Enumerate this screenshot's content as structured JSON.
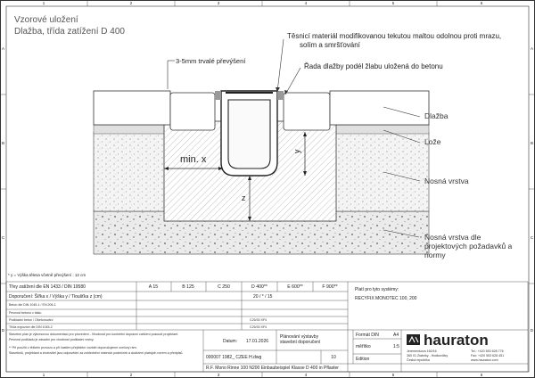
{
  "title": {
    "line1": "Vzorové uložení",
    "line2": "Dlažba, třída zatížení D 400"
  },
  "frame": {
    "columns": [
      "1",
      "2",
      "3",
      "4",
      "5",
      "6"
    ],
    "rows": [
      "A",
      "B",
      "C",
      "D"
    ]
  },
  "callouts": {
    "sealant": [
      "Těsnicí materiál modifikovanou tekutou maltou odolnou proti mrazu,",
      "solím a smršťování"
    ],
    "paving_row": "Řada dlažby podél žlabu uložená do betonu",
    "gap": "3-5mm trvalé převýšení",
    "paving": "Dlažba",
    "bed": "Lože",
    "base": "Nosná vrstva",
    "subbase": [
      "Nosná vrstva dle",
      "projektových požadavků a",
      "normy"
    ]
  },
  "dimensions": {
    "min_x": "min. x",
    "y": "y",
    "z": "z"
  },
  "footnote": "* y = Výška tělesa včetně převýšení : 12 cm",
  "table": {
    "header_label": "Třey zatížení dle EN 1433 / DIN 19580",
    "classes": [
      "A 15",
      "B 125",
      "C 250",
      "D 400**",
      "E 600**",
      "F 900**"
    ],
    "rows": [
      {
        "label": "Doporučení: Šířka x / Výška y / Tloušťka z (cm)",
        "value": "20 / * / 15"
      },
      {
        "label": "Beton dle DIN 1045-1 / EN 206-1",
        "value": ""
      },
      {
        "label": "Pevnost betonu v tlaku",
        "value": ""
      },
      {
        "label": "Podkladní beton / Obetonování",
        "value": "C25/30 XF4"
      },
      {
        "label": "Třída expozice dle DIN 1045-2",
        "value": "C25/30 XF4"
      }
    ],
    "notes": [
      "Stavební plán je výkresovou dokumentací pro provedení - Vhodnost pro konkrétní dopravní zatížení posoudí projektant.",
      "Pevnost podkladu je zásadní pro vhodnost podkladní vrstvy.",
      "** Při použití v těžkém provozu a při častém přejíždění vozidel doporučujeme ocelový rám.",
      "Stavebník, projektant a zhotovitel jsou odpovědní za zohlednění místních podmínek a dodržení platných norem a předpisů."
    ],
    "product_header": "Platí pro tyto systémy:",
    "product": "RECYFIX MONOTEC 100, 200"
  },
  "title_block": {
    "doc_title": [
      "Plánování výstavby",
      "stavební doporučení"
    ],
    "date_label": "Datum:",
    "date": "17.01.2026",
    "drawing_number": "000007 1982_ CZEE H.dwg",
    "sheet": "10",
    "description": "R.F. Mono Rinne 100 N200 Einbaubeispiel Klasse D 400 in Pflaster",
    "format_label": "Formát DIN",
    "format_value": "A4",
    "scale_label": "měřítko",
    "scale_value": "1:5",
    "edition_label": "Edition",
    "brand": "hauraton",
    "address": [
      "Jeremenkova 160/16",
      "360 01 Zlatníky - Hodkovičky",
      "Česká republika"
    ],
    "contacts": [
      "Tel.: +420 553 628 776",
      "Fax: +420 553 628 451",
      "www.hauraton.com"
    ]
  },
  "colors": {
    "line": "#333333",
    "hatch": "#777777"
  }
}
